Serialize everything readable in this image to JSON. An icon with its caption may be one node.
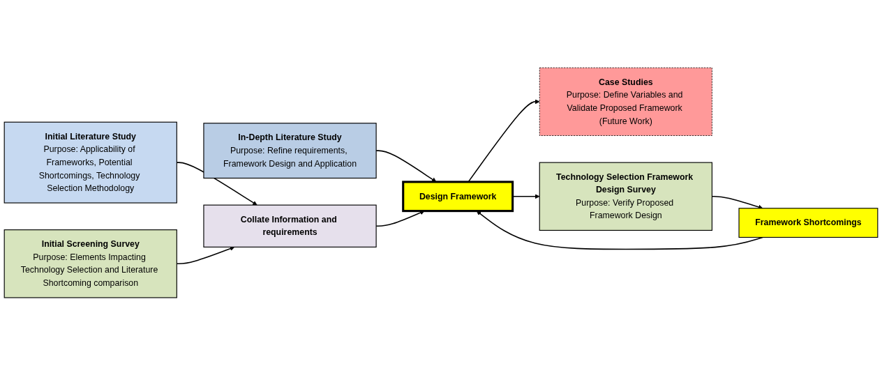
{
  "diagram": {
    "nodes": [
      {
        "text": [
          "Initial Literature Study",
          "Purpose: Applicability of Frameworks, Potential Shortcomings, Technology Selection Methodology"
        ]
      },
      {
        "text": [
          "Initial Screening Survey",
          "Purpose: Elements Impacting Technology Selection and Literature Shortcoming comparison"
        ]
      },
      {
        "text": [
          "In-Depth Literature Study",
          "Purpose: Refine requirements, Framework Design and Application"
        ]
      },
      {
        "text": [
          "Collate Information and requirements"
        ]
      },
      {
        "text": [
          "Design Framework"
        ]
      },
      {
        "text": [
          "Framework Shortcomings"
        ]
      },
      {
        "text": [
          "Case Studies",
          "Purpose: Define Variables and Validate Proposed Framework (Future Work)"
        ]
      },
      {
        "text": [
          "Technology Selection Framework Design Survey",
          "Purpose: Verify Proposed Framework Design"
        ]
      }
    ],
    "edges": [
      {
        "from": 0,
        "to": 3,
        "arrow": "to"
      },
      {
        "from": 1,
        "to": 3,
        "arrow": "to"
      },
      {
        "from": 2,
        "to": 4,
        "arrow": "to"
      },
      {
        "from": 3,
        "to": 4,
        "arrow": "to"
      },
      {
        "from": 4,
        "to": 6,
        "arrow": "to"
      },
      {
        "from": 4,
        "to": 7,
        "arrow": "to"
      },
      {
        "from": 7,
        "to": 5,
        "arrow": "to"
      },
      {
        "from": 5,
        "to": 4,
        "arrow": "to"
      }
    ]
  }
}
